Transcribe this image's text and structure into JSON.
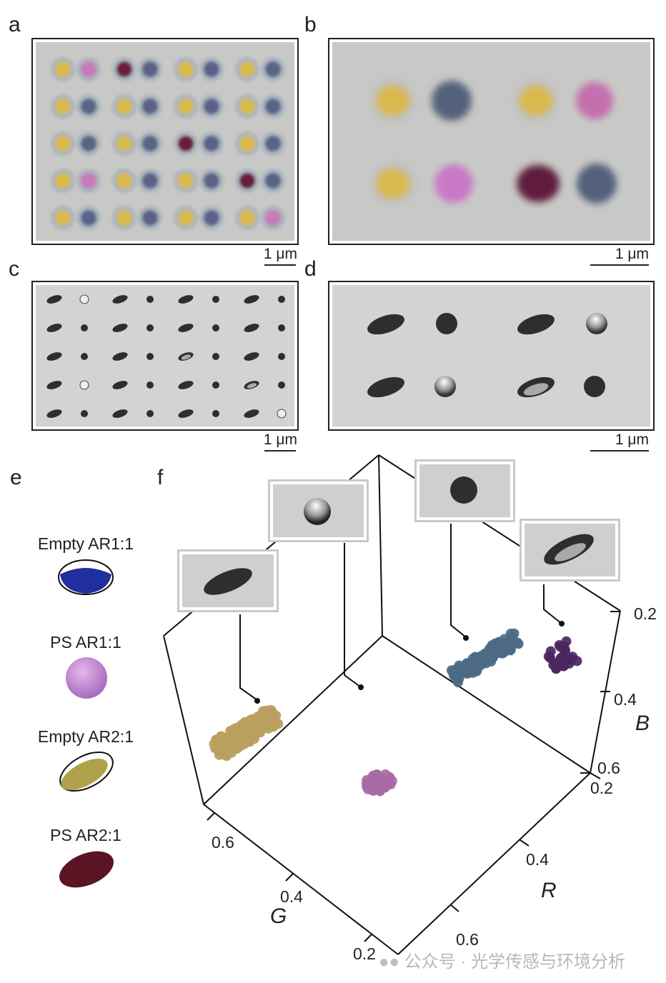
{
  "panels": {
    "a": "a",
    "b": "b",
    "c": "c",
    "d": "d",
    "e": "e",
    "f": "f"
  },
  "scale_bar": "1 μm",
  "legend": {
    "items": [
      {
        "label": "Empty AR1:1",
        "color": "#1f2fa0"
      },
      {
        "label": "PS AR1:1",
        "color": "#c08ad4"
      },
      {
        "label": "Empty AR2:1",
        "color": "#b0a24a"
      },
      {
        "label": "PS AR2:1",
        "color": "#5a1424"
      }
    ]
  },
  "micro_grid_a": [
    [
      [
        "yellow",
        "pink"
      ],
      [
        "darkred",
        "blue"
      ],
      [
        "yellow",
        "blue"
      ],
      [
        "yellow",
        "blue"
      ]
    ],
    [
      [
        "yellow",
        "blue"
      ],
      [
        "yellow",
        "blue"
      ],
      [
        "yellow",
        "blue"
      ],
      [
        "yellow",
        "blue"
      ]
    ],
    [
      [
        "yellow",
        "blue"
      ],
      [
        "yellow",
        "blue"
      ],
      [
        "darkred",
        "blue"
      ],
      [
        "yellow",
        "blue"
      ]
    ],
    [
      [
        "yellow",
        "pink"
      ],
      [
        "yellow",
        "blue"
      ],
      [
        "yellow",
        "blue"
      ],
      [
        "darkred",
        "blue"
      ]
    ],
    [
      [
        "yellow",
        "blue"
      ],
      [
        "yellow",
        "blue"
      ],
      [
        "yellow",
        "blue"
      ],
      [
        "yellow",
        "pink"
      ]
    ]
  ],
  "micro_colors": {
    "yellow": "#d8b94a",
    "pink": "#c77bb8",
    "darkred": "#6a1b3a",
    "blue": "#5a6486"
  },
  "chart_data": {
    "type": "scatter",
    "axes": {
      "R": {
        "label": "R",
        "ticks": [
          "0.2",
          "0.4",
          "0.6"
        ]
      },
      "G": {
        "label": "G",
        "ticks": [
          "0.2",
          "0.4",
          "0.6"
        ]
      },
      "B": {
        "label": "B",
        "ticks": [
          "0.2",
          "0.4",
          "0.6"
        ]
      }
    },
    "clusters": [
      {
        "color": "#b9a060",
        "points": 130
      },
      {
        "color": "#a86aa6",
        "points": 45
      },
      {
        "color": "#4d6a86",
        "points": 110
      },
      {
        "color": "#4a2660",
        "points": 25
      }
    ]
  },
  "watermark": "公众号 · 光学传感与环境分析"
}
